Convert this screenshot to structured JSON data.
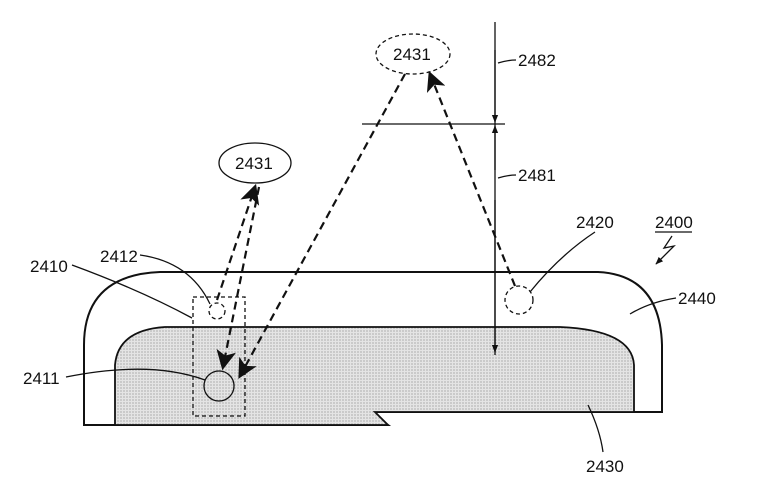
{
  "figure": {
    "labels": {
      "l2400": "2400",
      "l2410": "2410",
      "l2411": "2411",
      "l2412": "2412",
      "l2420": "2420",
      "l2430": "2430",
      "l2431_top": "2431",
      "l2431_left": "2431",
      "l2440": "2440",
      "l2481": "2481",
      "l2482": "2482"
    },
    "colors": {
      "ink": "#111111",
      "fill": "#d9d9d9"
    }
  }
}
